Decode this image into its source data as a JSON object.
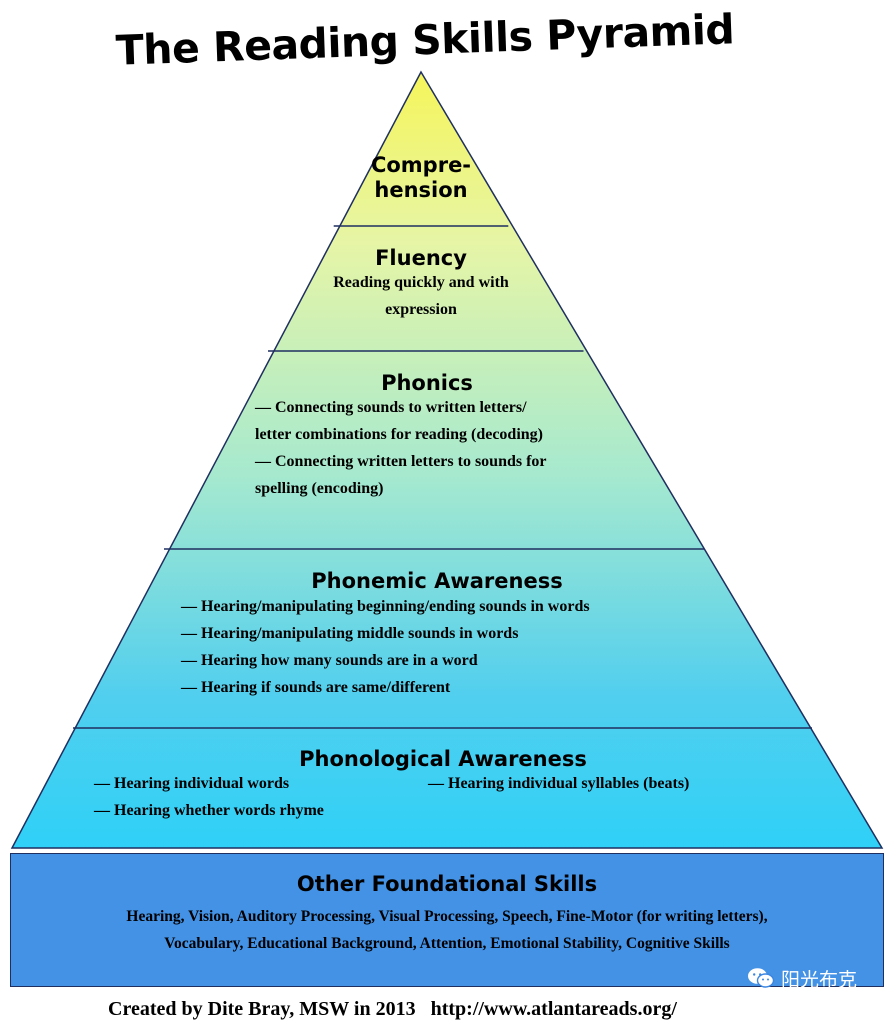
{
  "title": "The Reading Skills Pyramid",
  "colors": {
    "apex": "#f6f55a",
    "upper": "#e6f5a6",
    "middle": "#a6e9cf",
    "lower": "#52cfee",
    "bottom": "#2fd0f7",
    "base": "#4392e6",
    "outline": "#1f2f60"
  },
  "tiers": {
    "comprehension": {
      "heading_line1": "Compre-",
      "heading_line2": "hension"
    },
    "fluency": {
      "heading": "Fluency",
      "line1": "Reading quickly and with",
      "line2": "expression"
    },
    "phonics": {
      "heading": "Phonics",
      "lines": [
        "— Connecting sounds to written letters/",
        "letter combinations for reading (decoding)",
        "— Connecting written letters to sounds for",
        "spelling (encoding)"
      ]
    },
    "phonemic": {
      "heading": "Phonemic Awareness",
      "lines": [
        "— Hearing/manipulating beginning/ending sounds in words",
        "— Hearing/manipulating middle sounds in words",
        "— Hearing how many sounds are in a word",
        "— Hearing if sounds are same/different"
      ]
    },
    "phonological": {
      "heading": "Phonological Awareness",
      "left": [
        "— Hearing individual words",
        "— Hearing whether words rhyme"
      ],
      "right": "— Hearing individual syllables (beats)"
    },
    "foundational": {
      "heading": "Other Foundational Skills",
      "line1": "Hearing, Vision, Auditory Processing, Visual Processing, Speech, Fine-Motor (for writing letters),",
      "line2": "Vocabulary, Educational Background, Attention, Emotional Stability, Cognitive Skills"
    }
  },
  "footer": "Created by Dite Bray, MSW in 2013   http://www.atlantareads.org/",
  "watermark": {
    "icon": "wechat-icon",
    "text": "阳光布克"
  }
}
